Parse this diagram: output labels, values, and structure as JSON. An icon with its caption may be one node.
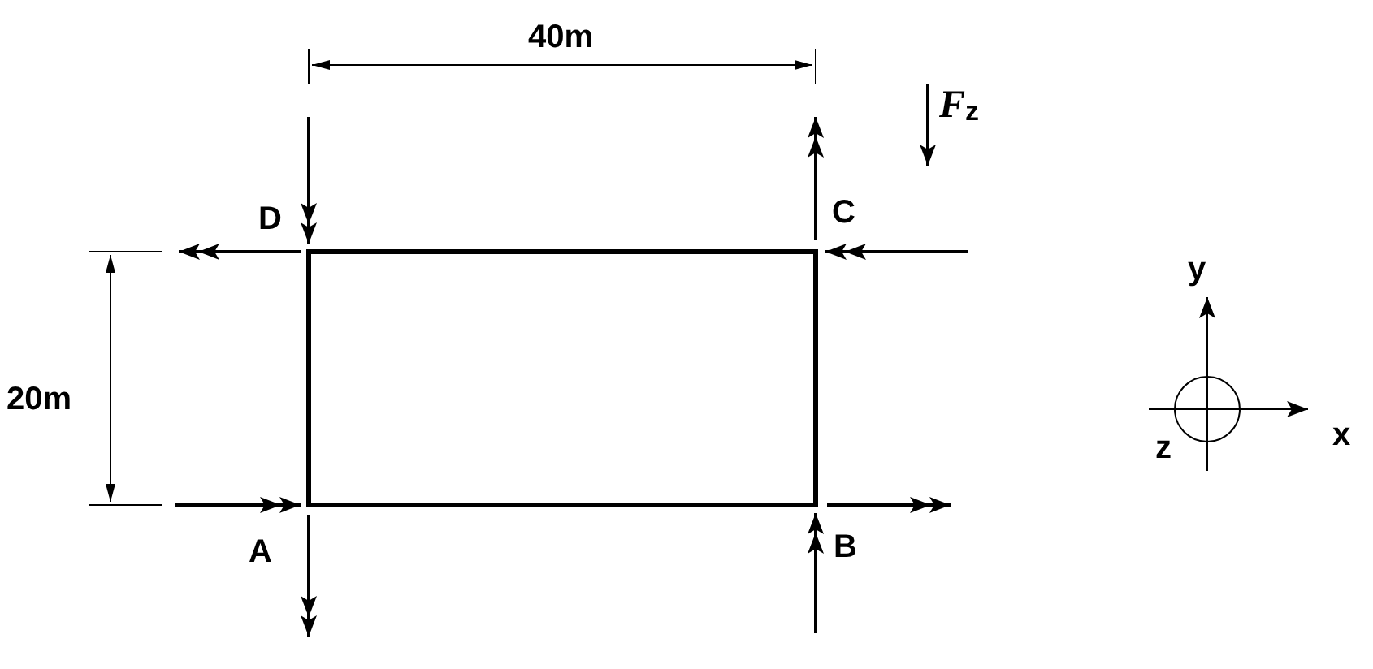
{
  "diagram": {
    "nodes": [
      {
        "text": [],
        "shape": "box"
      }
    ],
    "labels": [
      "40m",
      "*F*$_{z}$",
      "D",
      "C",
      "20m",
      "y",
      "x",
      "z",
      "A",
      "B"
    ]
  }
}
